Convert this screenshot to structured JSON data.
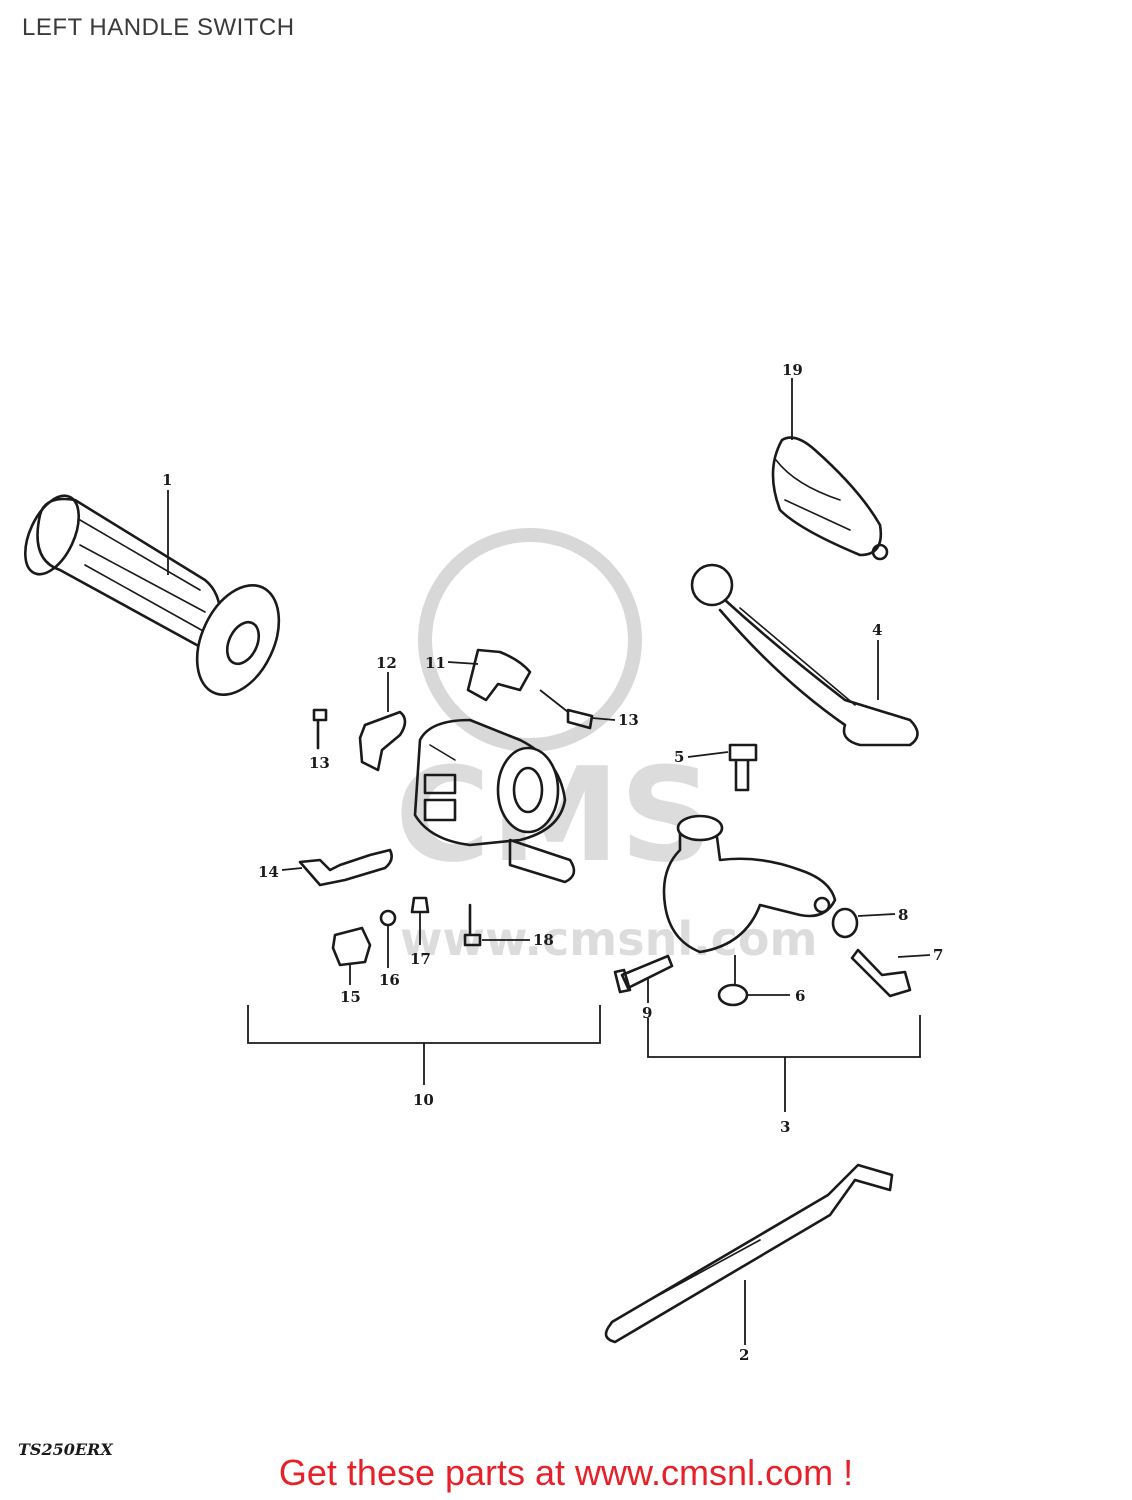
{
  "title": "LEFT HANDLE SWITCH",
  "model_code": "TS250ERX",
  "promo": "Get these parts at www.cmsnl.com !",
  "watermark": {
    "text": "www.cmsnl.com",
    "logo_text": "CMS"
  },
  "callouts": [
    {
      "id": "1",
      "label": "1"
    },
    {
      "id": "2",
      "label": "2"
    },
    {
      "id": "3",
      "label": "3"
    },
    {
      "id": "4",
      "label": "4"
    },
    {
      "id": "5",
      "label": "5"
    },
    {
      "id": "6",
      "label": "6"
    },
    {
      "id": "7",
      "label": "7"
    },
    {
      "id": "8",
      "label": "8"
    },
    {
      "id": "9",
      "label": "9"
    },
    {
      "id": "10",
      "label": "10"
    },
    {
      "id": "11",
      "label": "11"
    },
    {
      "id": "12",
      "label": "12"
    },
    {
      "id": "13a",
      "label": "13"
    },
    {
      "id": "13b",
      "label": "13"
    },
    {
      "id": "14",
      "label": "14"
    },
    {
      "id": "15",
      "label": "15"
    },
    {
      "id": "16",
      "label": "16"
    },
    {
      "id": "17",
      "label": "17"
    },
    {
      "id": "18",
      "label": "18"
    },
    {
      "id": "19",
      "label": "19"
    }
  ],
  "colors": {
    "promo": "#e8202a",
    "title": "#3a3a3a",
    "line": "#1a1a1a",
    "watermark": "#d8d8d8"
  }
}
